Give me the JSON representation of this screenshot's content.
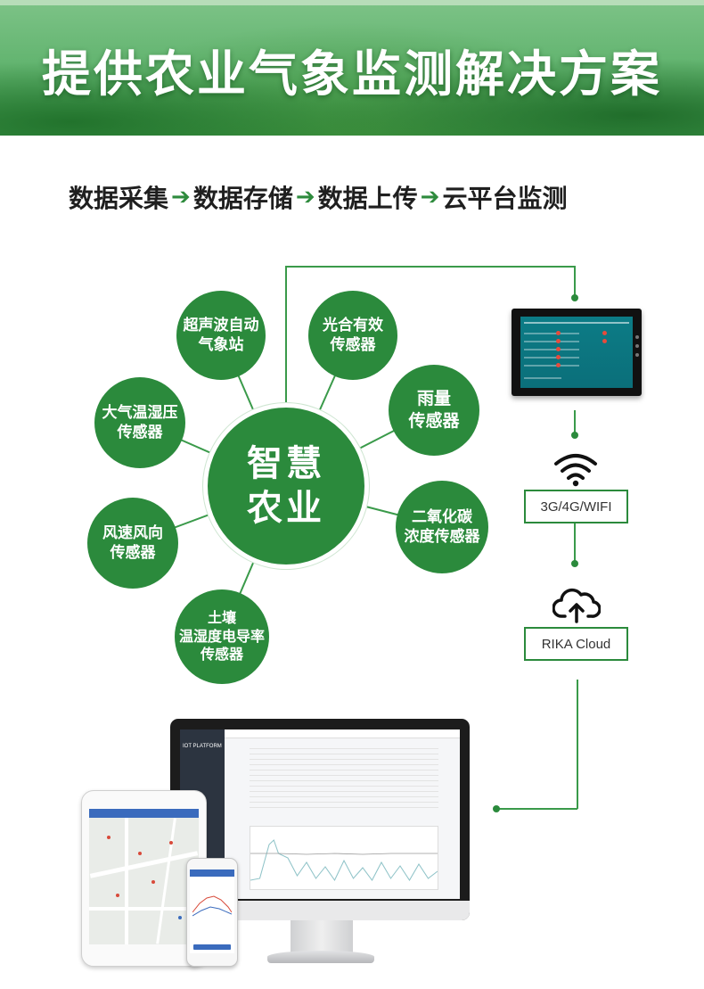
{
  "banner": {
    "title": "提供农业气象监测解决方案"
  },
  "flow": {
    "steps": [
      "数据采集",
      "数据存储",
      "数据上传",
      "云平台监测"
    ],
    "arrow": "➔"
  },
  "hub": {
    "line1": "智慧",
    "line2": "农业"
  },
  "sensors": [
    {
      "lines": [
        "超声波自动",
        "气象站"
      ]
    },
    {
      "lines": [
        "光合有效",
        "传感器"
      ]
    },
    {
      "lines": [
        "大气温湿压",
        "传感器"
      ]
    },
    {
      "lines": [
        "雨量",
        "传感器"
      ]
    },
    {
      "lines": [
        "风速风向",
        "传感器"
      ]
    },
    {
      "lines": [
        "二氧化碳",
        "浓度传感器"
      ]
    },
    {
      "lines": [
        "土壤",
        "温湿度电导率",
        "传感器"
      ]
    }
  ],
  "network": {
    "label": "3G/4G/WIFI",
    "icon": "wifi-icon"
  },
  "cloud": {
    "label": "RIKA Cloud",
    "icon": "cloud-upload-icon"
  },
  "devices": {
    "platform_brand": "IOT PLATFORM"
  },
  "colors": {
    "accent": "#2b8a3c",
    "line": "#3a9a4a"
  }
}
